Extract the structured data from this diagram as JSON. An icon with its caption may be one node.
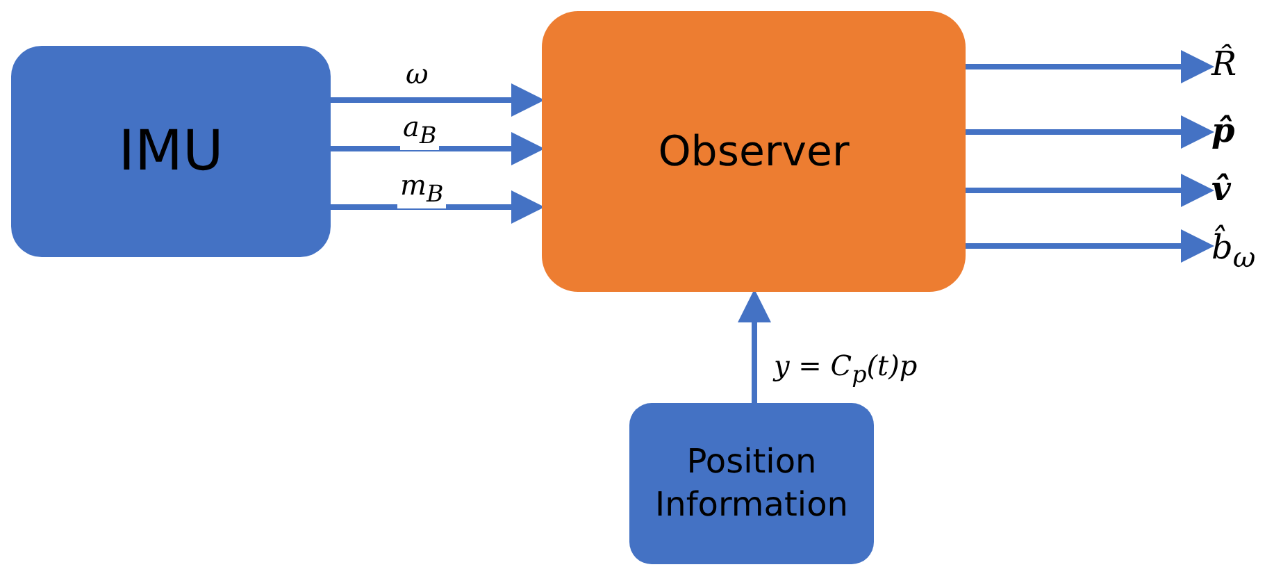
{
  "diagram": {
    "nodes": [
      {
        "text": [
          "IMU"
        ]
      },
      {
        "text": [
          "Observer"
        ]
      },
      {
        "text": [
          "Position Information"
        ]
      },
      {
        "text": [
          "R̂"
        ]
      },
      {
        "text": [
          "p̂"
        ]
      },
      {
        "text": [
          "v̂"
        ]
      },
      {
        "text": [
          "b̂$_{ω}$"
        ]
      }
    ],
    "edges": [
      {
        "from": 0,
        "to": 1,
        "arrow": "to",
        "label": "ω"
      },
      {
        "from": 0,
        "to": 1,
        "arrow": "to",
        "label": "a$_{B}$"
      },
      {
        "from": 0,
        "to": 1,
        "arrow": "to",
        "label": "m$_{B}$"
      },
      {
        "from": 2,
        "to": 1,
        "arrow": "to",
        "label": "y = C$_{p}$(t)p"
      },
      {
        "from": 1,
        "to": 3,
        "arrow": "to"
      },
      {
        "from": 1,
        "to": 4,
        "arrow": "to"
      },
      {
        "from": 1,
        "to": 5,
        "arrow": "to"
      },
      {
        "from": 1,
        "to": 6,
        "arrow": "to"
      }
    ]
  }
}
